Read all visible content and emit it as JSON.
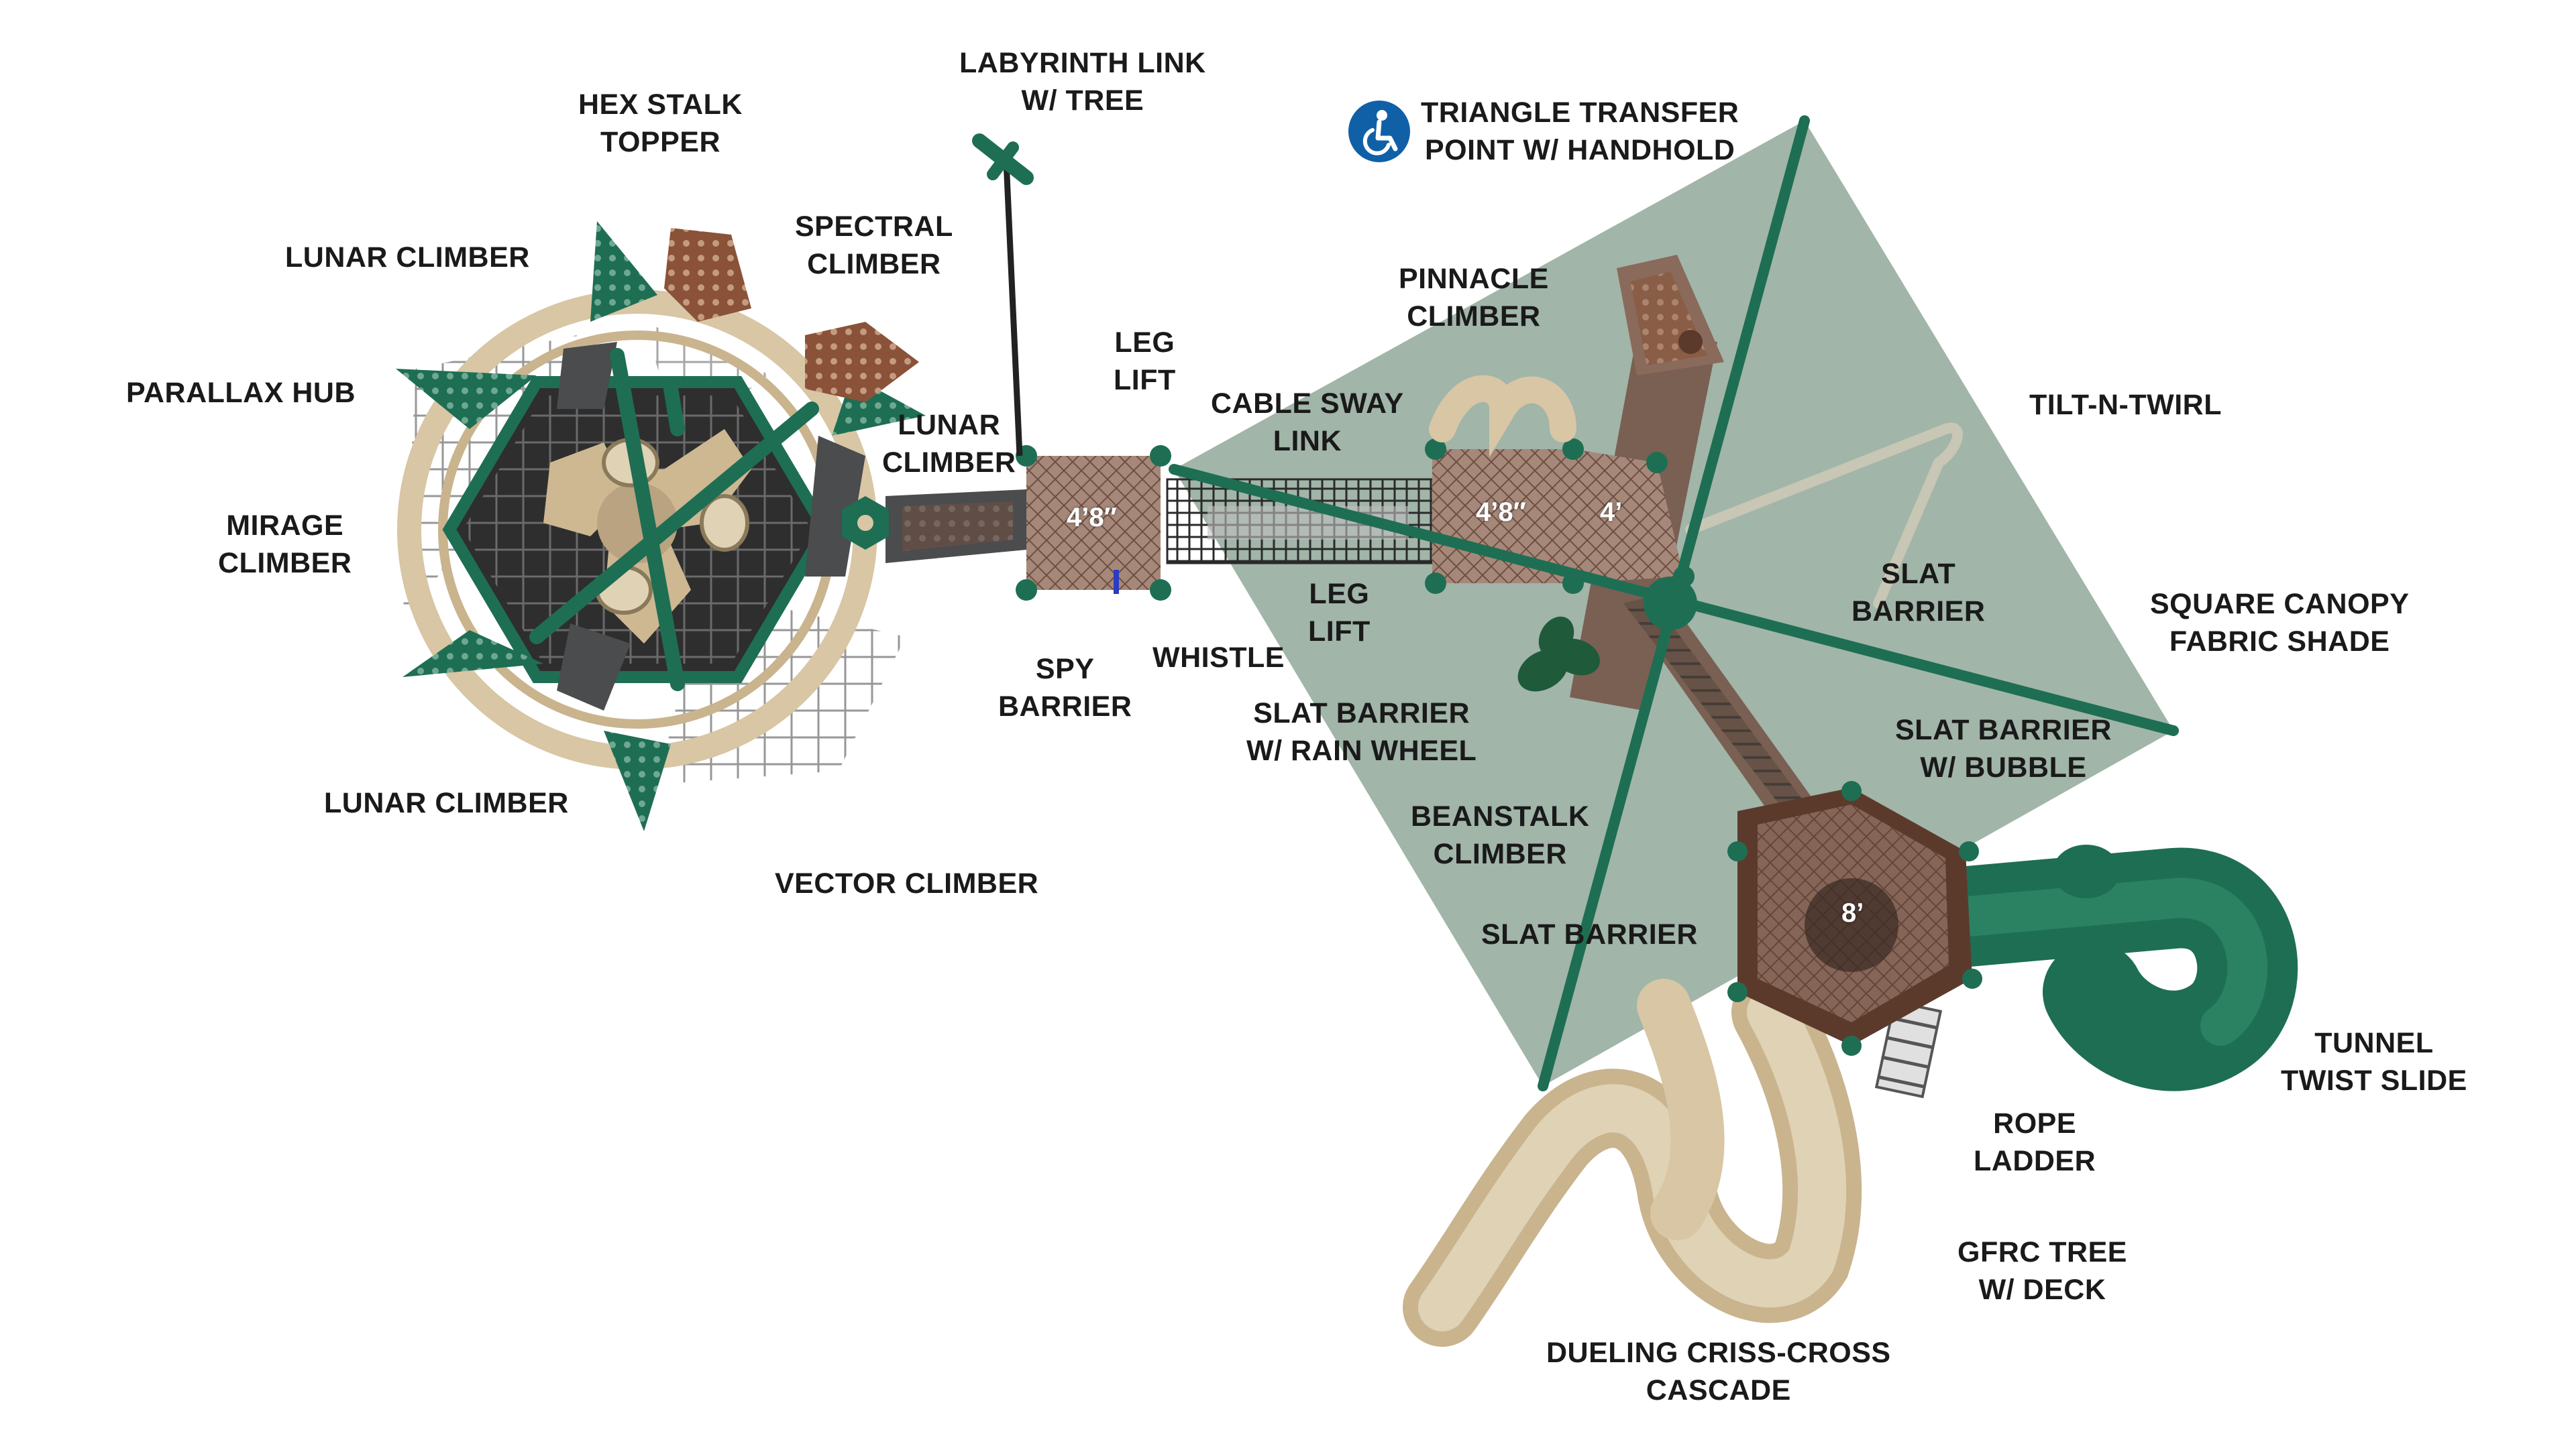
{
  "colors": {
    "green": "#1e6e54",
    "dark_green": "#15543f",
    "canopy": "#8ca596",
    "tan": "#d8c6a4",
    "tan_dark": "#b49f7a",
    "brown": "#8a5238",
    "deck": "#a5887a",
    "deck_dark": "#5b3a2c",
    "charcoal": "#4a4c4e",
    "ada_blue": "#1060a8"
  },
  "icons": {
    "accessibility": "wheelchair-icon"
  },
  "labels": {
    "labyrinth_link": [
      "LABYRINTH LINK",
      "W/ TREE"
    ],
    "hex_stalk_topper": [
      "HEX STALK",
      "TOPPER"
    ],
    "triangle_transfer": [
      "TRIANGLE TRANSFER",
      "POINT W/ HANDHOLD"
    ],
    "spectral_climber": [
      "SPECTRAL",
      "CLIMBER"
    ],
    "lunar_climber_top": [
      "LUNAR CLIMBER"
    ],
    "pinnacle_climber": [
      "PINNACLE",
      "CLIMBER"
    ],
    "leg_lift_top": [
      "LEG",
      "LIFT"
    ],
    "parallax_hub": [
      "PARALLAX HUB"
    ],
    "cable_sway_link": [
      "CABLE SWAY",
      "LINK"
    ],
    "tilt_n_twirl": [
      "TILT-N-TWIRL"
    ],
    "lunar_climber_mid": [
      "LUNAR",
      "CLIMBER"
    ],
    "mirage_climber": [
      "MIRAGE",
      "CLIMBER"
    ],
    "slat_barrier_right": [
      "SLAT",
      "BARRIER"
    ],
    "leg_lift_mid": [
      "LEG",
      "LIFT"
    ],
    "square_canopy": [
      "SQUARE CANOPY",
      "FABRIC SHADE"
    ],
    "whistle": [
      "WHISTLE"
    ],
    "spy_barrier": [
      "SPY",
      "BARRIER"
    ],
    "slat_barrier_rain": [
      "SLAT BARRIER",
      "W/ RAIN WHEEL"
    ],
    "slat_barrier_bubble": [
      "SLAT BARRIER",
      "W/ BUBBLE"
    ],
    "lunar_climber_bottom": [
      "LUNAR CLIMBER"
    ],
    "beanstalk_climber": [
      "BEANSTALK",
      "CLIMBER"
    ],
    "vector_climber": [
      "VECTOR CLIMBER"
    ],
    "slat_barrier_bottom": [
      "SLAT BARRIER"
    ],
    "tunnel_twist_slide": [
      "TUNNEL",
      "TWIST SLIDE"
    ],
    "rope_ladder": [
      "ROPE",
      "LADDER"
    ],
    "gfrc_tree": [
      "GFRC TREE",
      "W/ DECK"
    ],
    "dueling_cascade": [
      "DUELING CRISS-CROSS",
      "CASCADE"
    ]
  },
  "deck_heights": {
    "left_deck": "4’8″",
    "middle_deck": "4’8″",
    "step_deck": "4’",
    "tower_deck": "8’"
  }
}
